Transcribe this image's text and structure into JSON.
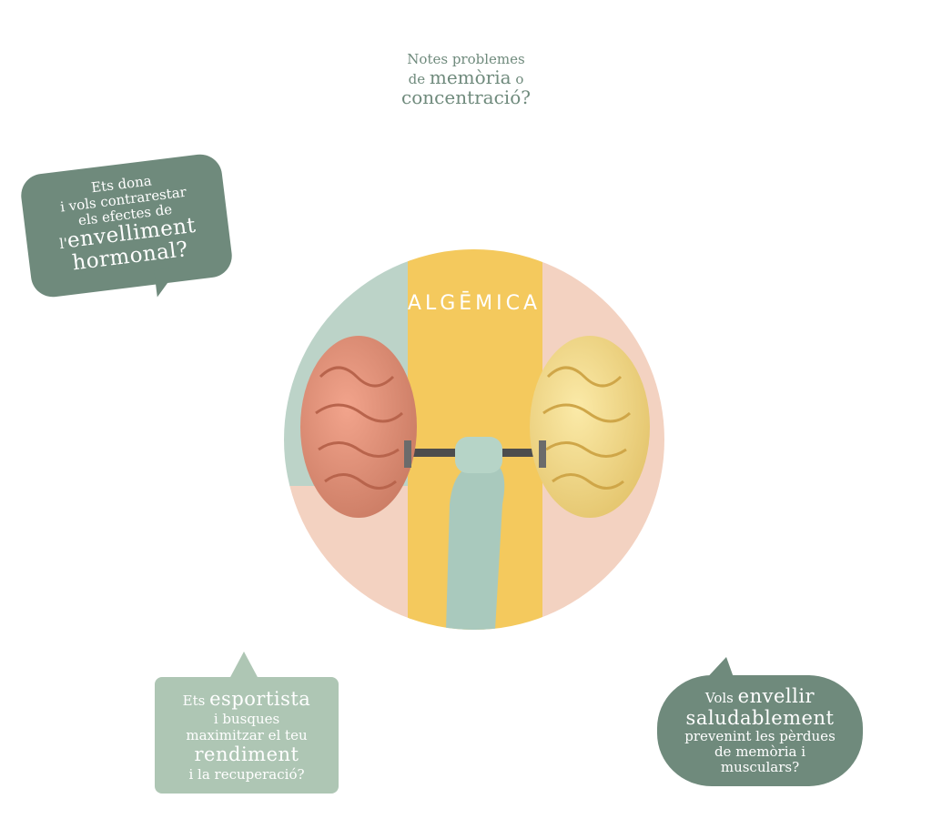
{
  "top_question": {
    "line1": "Notes problemes",
    "line2_pre": "de",
    "line2_big": "memòria",
    "line2_post": "o",
    "line3": "concentració?"
  },
  "bubble_women": {
    "line1": "Ets dona",
    "line2": "i vols contrarestar",
    "line3": "els efectes de",
    "line4_pre": "l'",
    "line4_big": "envelliment",
    "line5_big": "hormonal?"
  },
  "center_image": {
    "brand": "ALGĒMICA"
  },
  "bubble_sport": {
    "line1_pre": "Ets",
    "line1_big": "esportista",
    "line2": "i busques",
    "line3": "maximitzar el teu",
    "line4_big": "rendiment",
    "line5": "i la recuperació?"
  },
  "bubble_aging": {
    "line1_pre": "Vols",
    "line1_big": "envellir",
    "line2_big": "saludablement",
    "line3": "prevenint les pèrdues",
    "line4": "de memòria i",
    "line5": "musculars?"
  },
  "colors": {
    "dark_green": "#6f8a7c",
    "light_green": "#aec6b4",
    "yellow": "#f4c95d",
    "pink": "#f3d2c1",
    "mint": "#bcd3c8"
  }
}
